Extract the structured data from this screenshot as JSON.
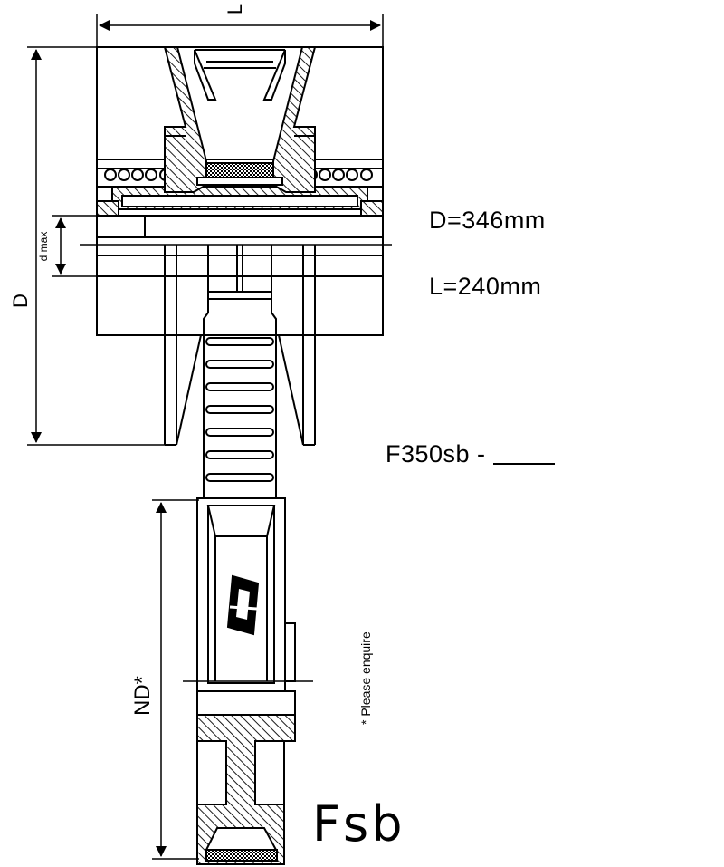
{
  "drawing": {
    "dimension_labels": {
      "length": "L",
      "diameter": "D",
      "bore_max": "d max",
      "nominal_diameter": "ND*"
    }
  },
  "specs": {
    "diameter": "D=346mm",
    "length": "L=240mm",
    "model_prefix": "F350sb - "
  },
  "series_label": "Fsb",
  "note": "* Please enquire",
  "colors": {
    "ink": "#000000",
    "paper": "#ffffff"
  }
}
